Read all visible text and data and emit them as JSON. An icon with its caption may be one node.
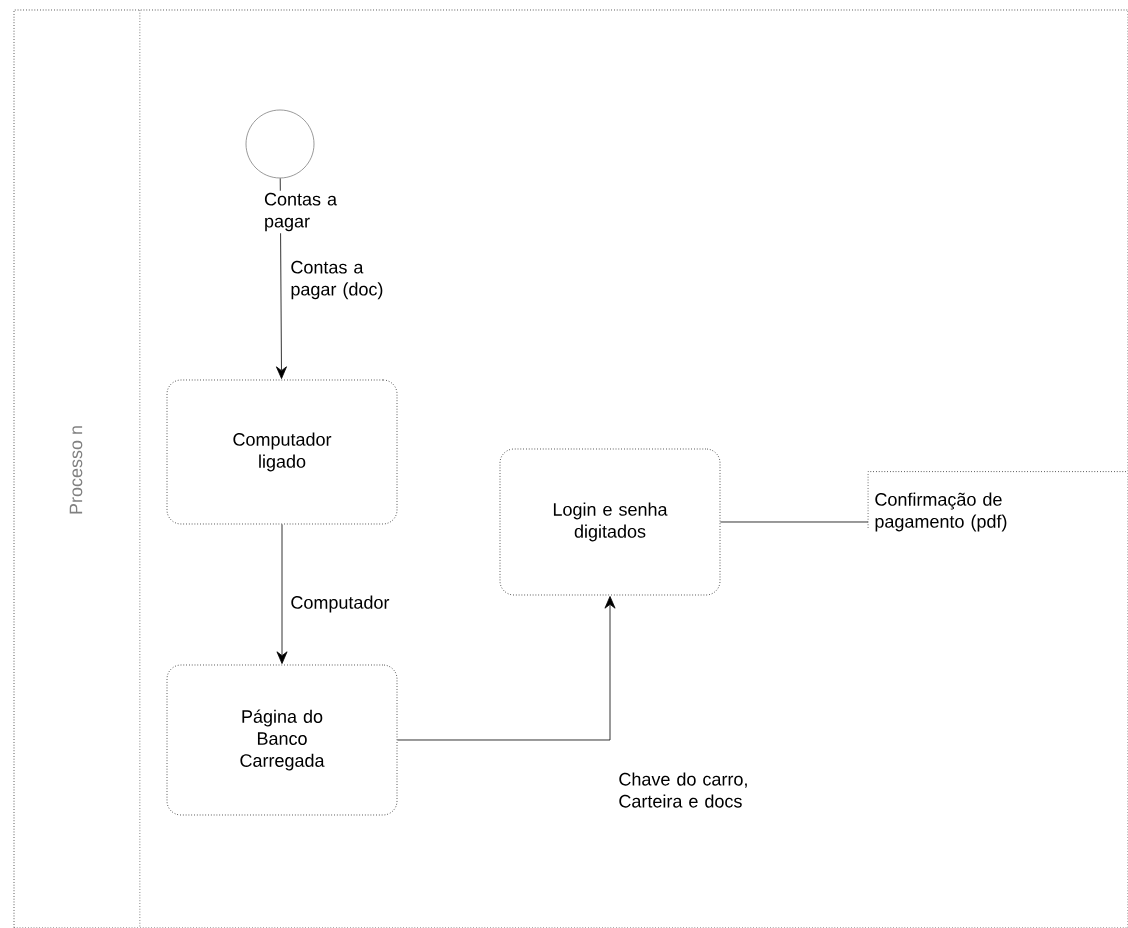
{
  "diagram": {
    "nodes": [
      {
        "text": [
          "Processo n"
        ]
      },
      {
        "text": [],
        "shape": "circle",
        "in": 0,
        "beside": [
          "Contas a pagar"
        ]
      },
      {
        "text": [
          "Computador ligado"
        ],
        "in": 0
      },
      {
        "text": [
          "Página do Banco Carregada"
        ],
        "in": 0
      },
      {
        "text": [
          "Login e senha digitados"
        ],
        "in": 0
      },
      {
        "text": [
          "Confirmação de pagamento (pdf)"
        ],
        "in": 0
      }
    ],
    "edges": [
      {
        "from": 1,
        "to": 2,
        "arrow": "to",
        "label": "Contas a pagar (doc)"
      },
      {
        "from": 2,
        "to": 3,
        "arrow": "to",
        "label": "Computador"
      },
      {
        "from": 3,
        "to": 4,
        "arrow": "to",
        "label": "Chave do carro, Carteira e docs"
      },
      {
        "from": 4,
        "to": 5,
        "arrow": "none"
      }
    ]
  }
}
